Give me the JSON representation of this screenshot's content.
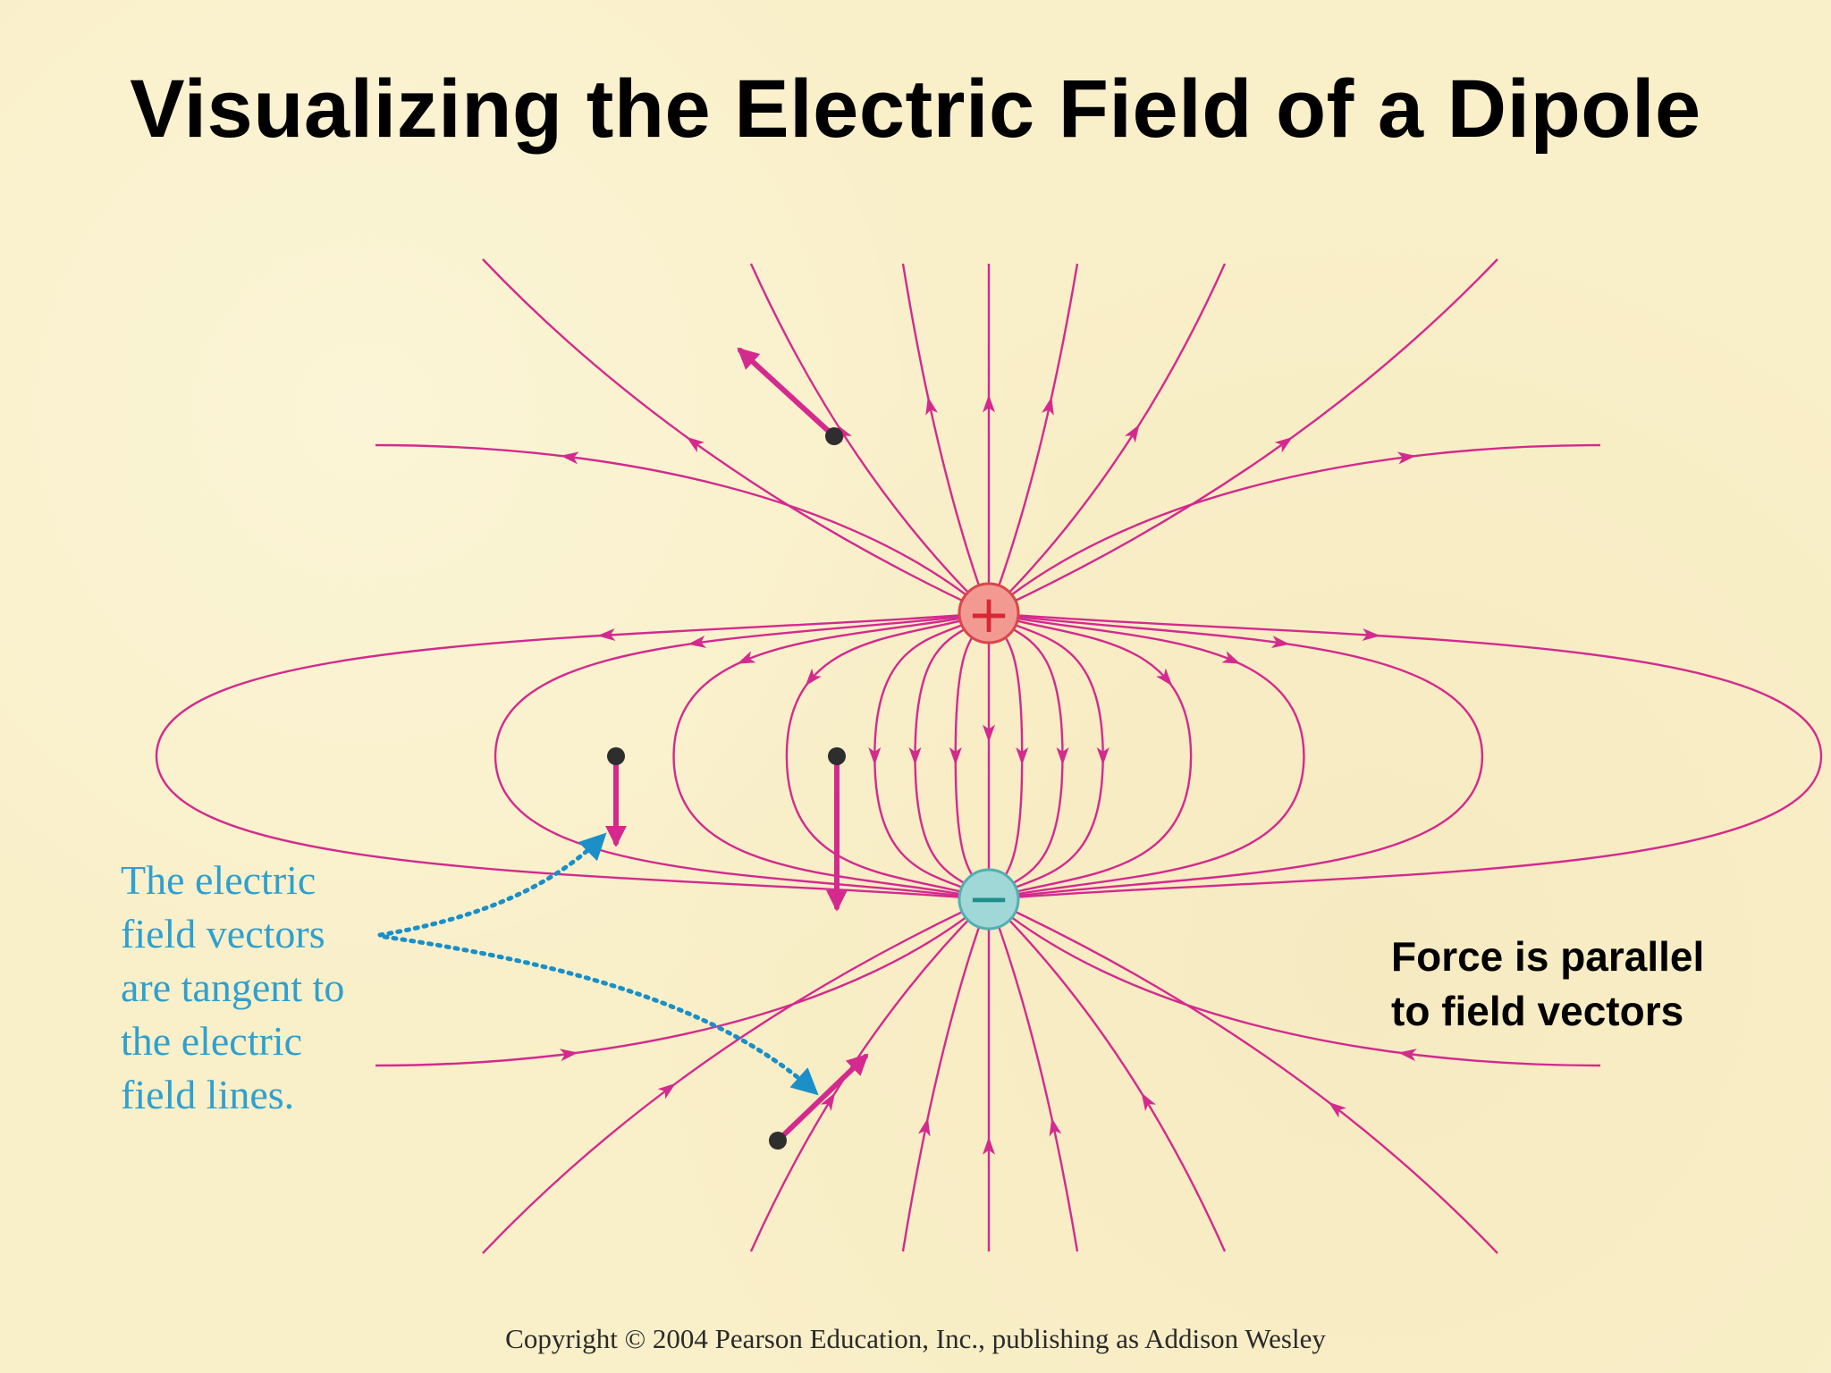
{
  "title": "Visualizing the Electric Field of a Dipole",
  "caption_lines": [
    "The electric",
    "field vectors",
    "are tangent to",
    "the electric",
    "field lines."
  ],
  "force_note_lines": [
    "Force is parallel",
    "to field vectors"
  ],
  "copyright": "Copyright © 2004 Pearson Education, Inc., publishing as Addison Wesley",
  "charges": {
    "positive_symbol": "+",
    "negative_symbol": "−"
  },
  "colors": {
    "field_line": "#d42a8e",
    "vector": "#d42a8e",
    "positive_fill": "#f29a92",
    "negative_fill": "#9fd8d6",
    "caption": "#2fa0cf",
    "pointer": "#1a8fc8",
    "background": "#f9efc8"
  }
}
